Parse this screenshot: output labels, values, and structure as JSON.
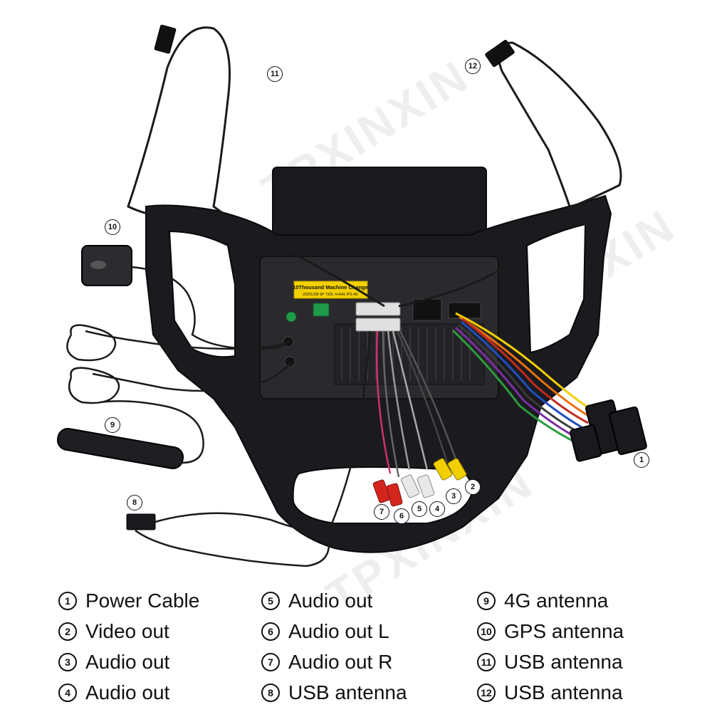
{
  "watermark": "TPXINXIN",
  "sticker": {
    "line1": "10Thousand Machine Change",
    "line2": "20201208 SP T3DL 4+64G IPS 4G"
  },
  "callouts": [
    {
      "num": "1"
    },
    {
      "num": "2"
    },
    {
      "num": "3"
    },
    {
      "num": "4"
    },
    {
      "num": "5"
    },
    {
      "num": "6"
    },
    {
      "num": "7"
    },
    {
      "num": "8"
    },
    {
      "num": "9"
    },
    {
      "num": "10"
    },
    {
      "num": "11"
    },
    {
      "num": "12"
    }
  ],
  "legend": [
    {
      "num": "1",
      "label": "Power Cable"
    },
    {
      "num": "2",
      "label": "Video out"
    },
    {
      "num": "3",
      "label": "Audio out"
    },
    {
      "num": "4",
      "label": "Audio out"
    },
    {
      "num": "5",
      "label": "Audio out"
    },
    {
      "num": "6",
      "label": "Audio out L"
    },
    {
      "num": "7",
      "label": "Audio out R"
    },
    {
      "num": "8",
      "label": "USB antenna"
    },
    {
      "num": "9",
      "label": "4G antenna"
    },
    {
      "num": "10",
      "label": "GPS antenna"
    },
    {
      "num": "11",
      "label": "USB antenna"
    },
    {
      "num": "12",
      "label": "USB antenna"
    }
  ],
  "colors": {
    "frame": "#1b1b1f",
    "unit": "#2a2a2e",
    "sticker": "#f3d000",
    "rca_red": "#d4251c",
    "rca_white": "#e8e8e8",
    "rca_yellow": "#f2cf00",
    "connector_green": "#1f9a4b"
  }
}
